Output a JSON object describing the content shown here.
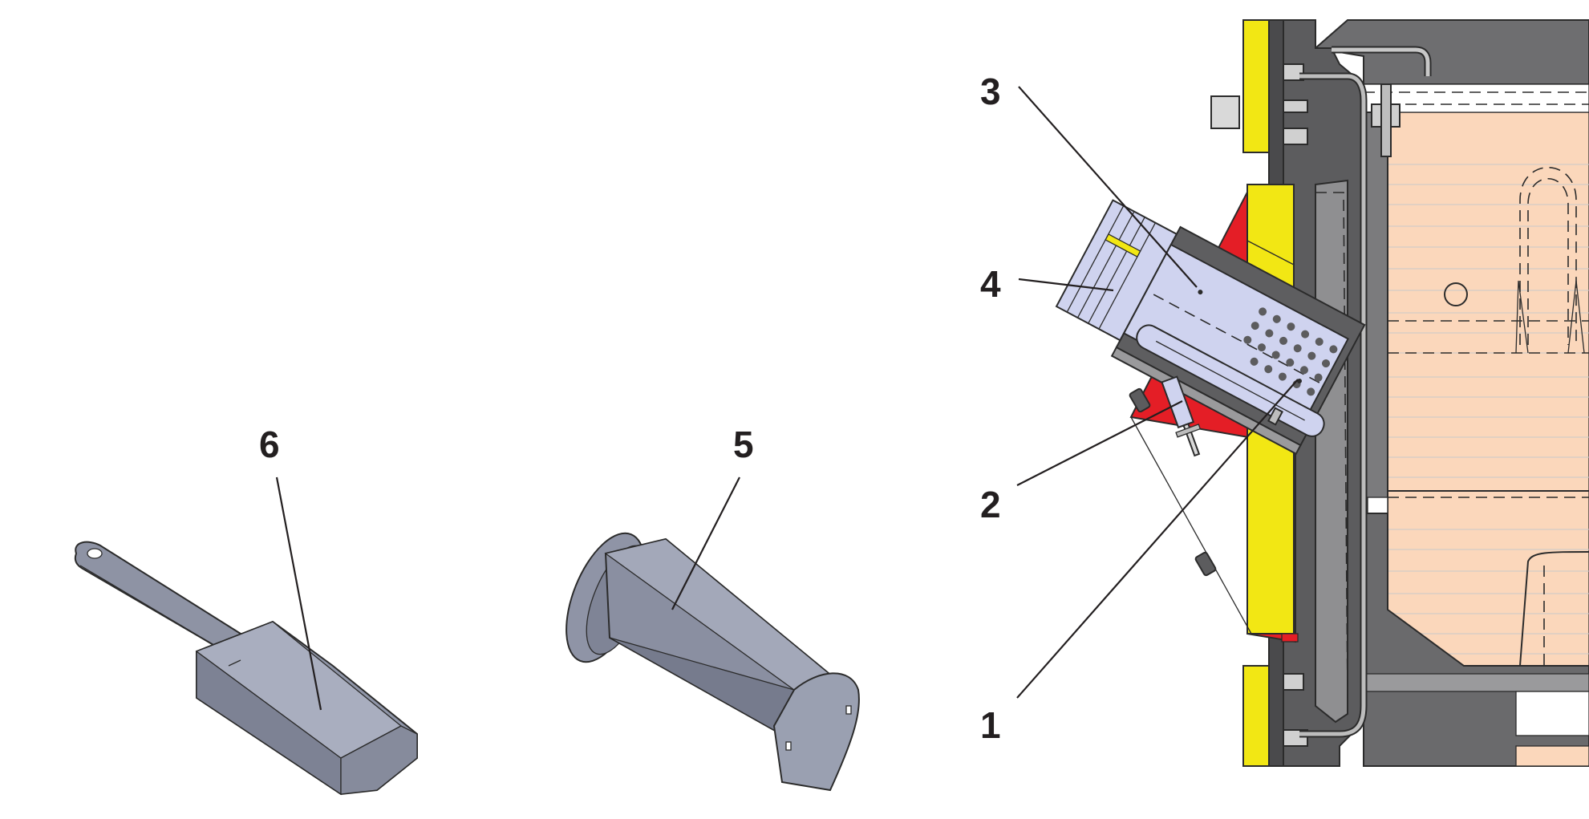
{
  "figure": {
    "callouts": [
      {
        "id": "1",
        "label": "1"
      },
      {
        "id": "2",
        "label": "2"
      },
      {
        "id": "3",
        "label": "3"
      },
      {
        "id": "4",
        "label": "4"
      },
      {
        "id": "5",
        "label": "5"
      },
      {
        "id": "6",
        "label": "6"
      }
    ],
    "colors": {
      "red_hopper": "#e41e26",
      "yellow_seal": "#f2e714",
      "steel_dark": "#5a5a5c",
      "steel_mid": "#8a8a8c",
      "burner_light": "#cfd3ef",
      "refractory": "#fbd7bb",
      "part_grey": "#9095a6"
    }
  }
}
